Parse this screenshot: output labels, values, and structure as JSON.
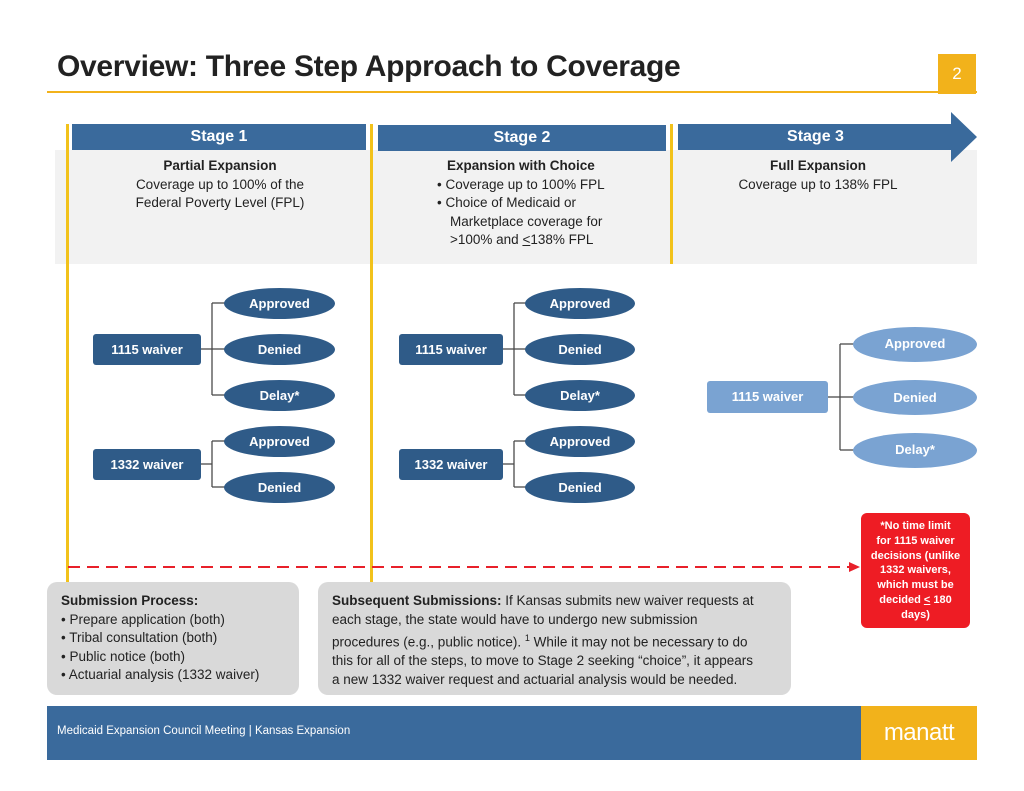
{
  "header": {
    "title": "Overview: Three Step Approach to Coverage",
    "page_number": "2"
  },
  "stages": [
    {
      "label": "Stage 1",
      "heading": "Partial Expansion",
      "lines": [
        "Coverage up to 100% of the",
        "Federal Poverty Level (FPL)"
      ]
    },
    {
      "label": "Stage 2",
      "heading": "Expansion with Choice",
      "bullets": [
        "Coverage up to 100% FPL",
        "Choice of Medicaid or Marketplace coverage for >100% and <138% FPL"
      ],
      "bullet2_line1": "Choice of Medicaid or",
      "bullet2_line2": "Marketplace coverage for",
      "bullet2_line3_pre": ">100% and ",
      "bullet2_line3_u": "<",
      "bullet2_line3_post": "138% FPL"
    },
    {
      "label": "Stage 3",
      "heading": "Full Expansion",
      "lines": [
        "Coverage up to 138% FPL"
      ]
    }
  ],
  "waivers": {
    "w1115": "1115 waiver",
    "w1332": "1332 waiver"
  },
  "outcomes": {
    "approved": "Approved",
    "denied": "Denied",
    "delay": "Delay*"
  },
  "note": {
    "line1": "*No time limit",
    "line2": "for 1115 waiver",
    "line3": "decisions (unlike",
    "line4": "1332 waivers,",
    "line5": "which must be",
    "line6_pre": "decided ",
    "line6_u": "<",
    "line6_post": " 180",
    "line7": "days)"
  },
  "submission_process": {
    "heading": "Submission Process:",
    "items": [
      "Prepare application (both)",
      "Tribal consultation (both)",
      "Public notice (both)",
      "Actuarial analysis (1332 waiver)"
    ]
  },
  "subsequent": {
    "heading": "Subsequent Submissions:",
    "line1": " If Kansas submits new waiver requests at",
    "line2": "each stage, the state would have to undergo new submission",
    "line3_pre": "procedures (e.g., public notice). ",
    "line3_sup": "1",
    "line3_post": " While it may not be necessary to do",
    "line4": "this for all of the steps, to move to Stage 2 seeking “choice”, it appears",
    "line5": "a new 1332 waiver request and actuarial analysis would be needed."
  },
  "footer": {
    "text": "Medicaid Expansion Council Meeting | Kansas Expansion",
    "logo": "manatt"
  },
  "colors": {
    "accent_gold": "#f2b21b",
    "stage_blue": "#3a6a9c",
    "waiver_dark": "#2f5b88",
    "waiver_light": "#7aa3d2",
    "note_red": "#ee1c24"
  }
}
